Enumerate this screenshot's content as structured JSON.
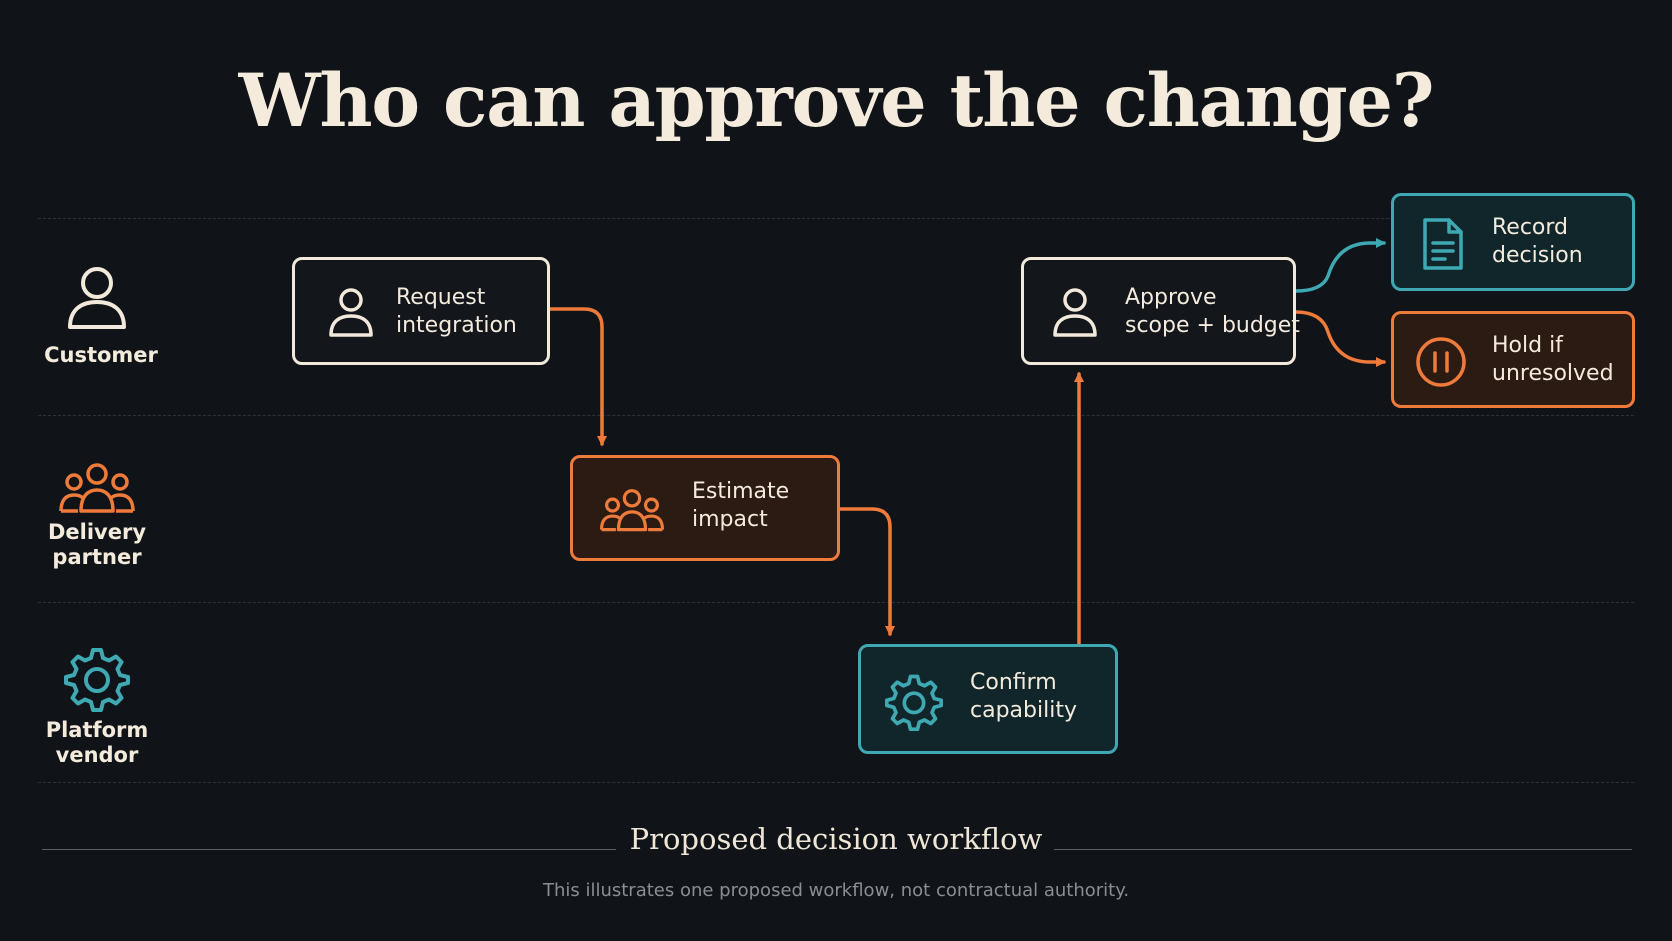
{
  "title": "Who can approve the change?",
  "colors": {
    "background": "#101418",
    "cream": "#f2e9da",
    "orange": "#ef7b3a",
    "teal": "#3fa9b3"
  },
  "lanes": [
    {
      "label_line1": "Customer",
      "label_line2": "",
      "icon": "person-icon"
    },
    {
      "label_line1": "Delivery",
      "label_line2": "partner",
      "icon": "group-icon"
    },
    {
      "label_line1": "Platform",
      "label_line2": "vendor",
      "icon": "gear-icon"
    }
  ],
  "steps": {
    "request": {
      "line1": "Request",
      "line2": "integration",
      "icon": "person-icon"
    },
    "estimate": {
      "line1": "Estimate",
      "line2": "impact",
      "icon": "group-icon"
    },
    "confirm": {
      "line1": "Confirm",
      "line2": "capability",
      "icon": "gear-icon"
    },
    "approve": {
      "line1": "Approve",
      "line2": "scope + budget",
      "icon": "person-icon"
    },
    "record": {
      "line1": "Record",
      "line2": "decision",
      "icon": "document-icon"
    },
    "hold": {
      "line1": "Hold if",
      "line2": "unresolved",
      "icon": "pause-icon"
    }
  },
  "footer": {
    "caption": "Proposed decision workflow",
    "note": "This illustrates one proposed workflow, not contractual authority."
  }
}
